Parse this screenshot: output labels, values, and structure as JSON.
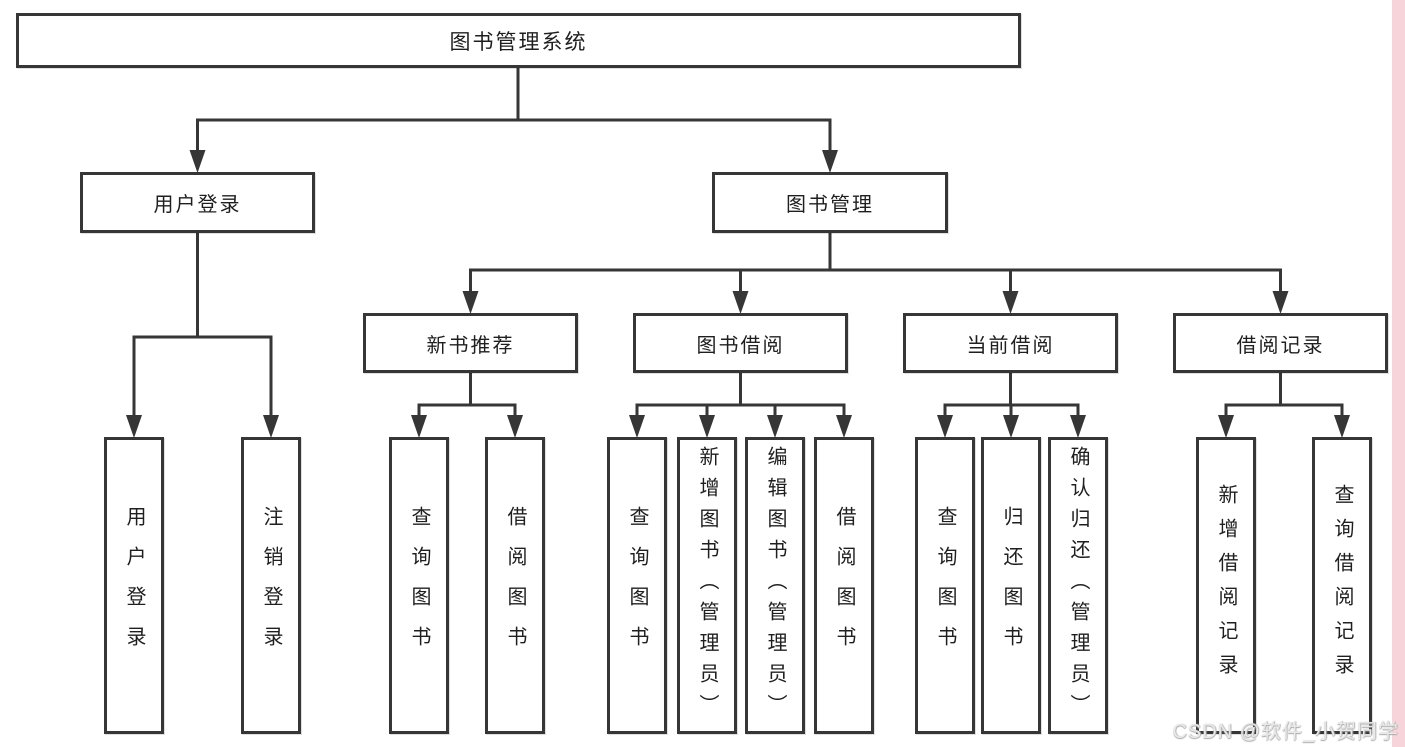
{
  "diagram": {
    "title_node": {
      "label": "图书管理系统"
    },
    "level2": [
      {
        "label": "用户登录"
      },
      {
        "label": "图书管理"
      }
    ],
    "level3": [
      {
        "label": "新书推荐"
      },
      {
        "label": "图书借阅"
      },
      {
        "label": "当前借阅"
      },
      {
        "label": "借阅记录"
      }
    ],
    "leaves": {
      "login": [
        "用户登录",
        "注销登录"
      ],
      "newbook": [
        "查询图书",
        "借阅图书"
      ],
      "borrow": [
        "查询图书",
        "新增图书（管理员）",
        "编辑图书（管理员）",
        "借阅图书"
      ],
      "current": [
        "查询图书",
        "归还图书",
        "确认归还（管理员）"
      ],
      "records": [
        "新增借阅记录",
        "查询借阅记录"
      ]
    },
    "colors": {
      "line": "#363636",
      "box_border": "#363636",
      "box_fill": "#ffffff",
      "text": "#1f1f1f",
      "watermark_text": "#e9e9e9",
      "side_strip": "#f7d3da"
    }
  },
  "watermark": {
    "text": "CSDN @软件_小贺同学"
  }
}
